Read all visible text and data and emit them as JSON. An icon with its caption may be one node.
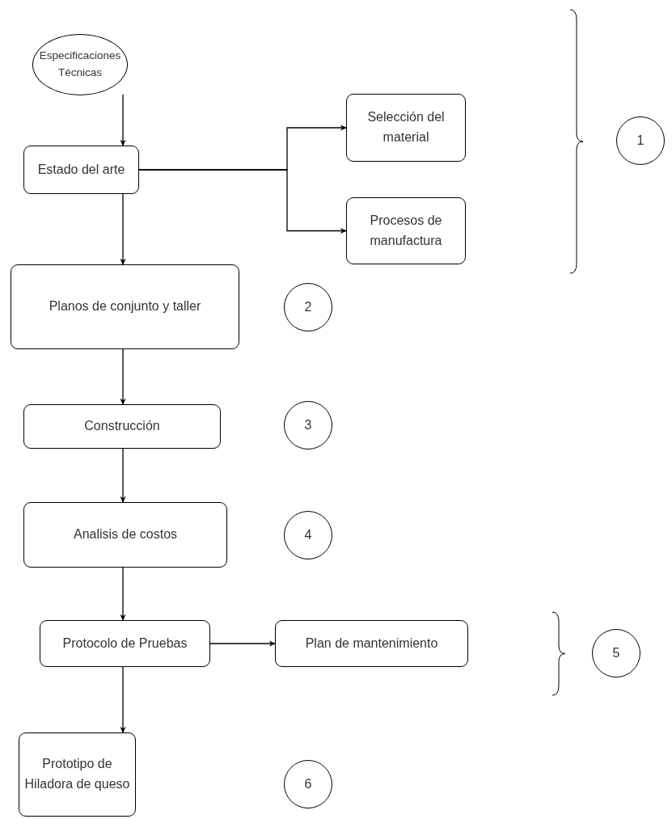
{
  "diagram": {
    "nodes": [
      {
        "text": [
          "Especificaciones Técnicas"
        ]
      },
      {
        "text": [
          "Estado del arte"
        ]
      },
      {
        "text": [
          "Selección del material"
        ]
      },
      {
        "text": [
          "Procesos de manufactura"
        ]
      },
      {
        "text": [
          "1"
        ]
      },
      {
        "text": [
          "Planos de conjunto y taller"
        ]
      },
      {
        "text": [
          "2"
        ]
      },
      {
        "text": [
          "Construcción"
        ]
      },
      {
        "text": [
          "3"
        ]
      },
      {
        "text": [
          "Analisis de costos"
        ]
      },
      {
        "text": [
          "4"
        ]
      },
      {
        "text": [
          "Protocolo de Pruebas"
        ]
      },
      {
        "text": [
          "Plan de mantenimiento"
        ]
      },
      {
        "text": [
          "5"
        ]
      },
      {
        "text": [
          "Prototipo de Hiladora de queso"
        ]
      },
      {
        "text": [
          "6"
        ]
      }
    ],
    "edges": [
      {
        "from": 0,
        "to": 1,
        "arrow": "to"
      },
      {
        "from": 1,
        "to": 2,
        "arrow": "to"
      },
      {
        "from": 1,
        "to": 3,
        "arrow": "to"
      },
      {
        "from": 1,
        "to": 5,
        "arrow": "to"
      },
      {
        "from": 5,
        "to": 7,
        "arrow": "to"
      },
      {
        "from": 7,
        "to": 9,
        "arrow": "to"
      },
      {
        "from": 9,
        "to": 11,
        "arrow": "to"
      },
      {
        "from": 11,
        "to": 12,
        "arrow": "to"
      },
      {
        "from": 11,
        "to": 14,
        "arrow": "to"
      }
    ]
  }
}
